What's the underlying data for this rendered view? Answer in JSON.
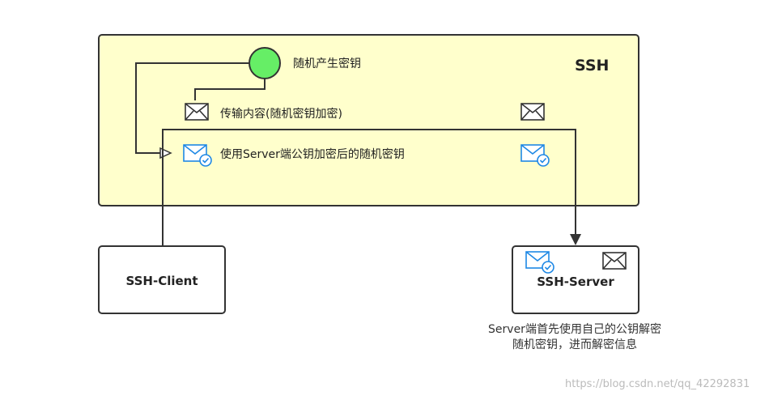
{
  "diagram": {
    "region_title": "SSH",
    "step_generate_key": "随机产生密钥",
    "step_transfer_content": "传输内容(随机密钥加密)",
    "step_encrypted_key": "使用Server端公钥加密后的随机密钥",
    "client_label": "SSH-Client",
    "server_label": "SSH-Server",
    "server_note": "Server端首先使用自己的公钥解密随机密钥，进而解密信息",
    "watermark": "https://blog.csdn.net/qq_42292831"
  },
  "colors": {
    "region_fill": "#ffffcc",
    "start_event_fill": "#66ee66",
    "envelope_accent": "#1e88e5"
  },
  "icons": [
    "start-event-circle",
    "envelope-icon",
    "encrypted-envelope-icon",
    "arrow-icon"
  ]
}
